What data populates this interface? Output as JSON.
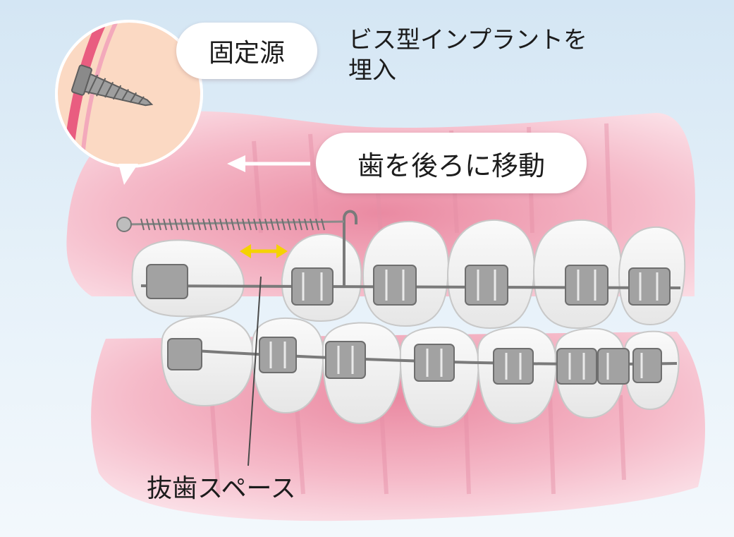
{
  "labels": {
    "anchor_source": "固定源",
    "screw_implant_line1": "ビス型インプラントを",
    "screw_implant_line2": "埋入",
    "move_teeth_back": "歯を後ろに移動",
    "extraction_space": "抜歯スペース"
  },
  "colors": {
    "background_blue": "#cfe3f1",
    "gum_pink": "#f4b8c8",
    "gum_dark": "#e07f98",
    "bone_peach": "#fbd9c3",
    "tooth": "#f1f1f1",
    "bracket": "#8f8f8f",
    "arrow_yellow": "#f5d200"
  },
  "icons": {
    "screw": "screw-icon",
    "move_arrow": "left-arrow-icon",
    "space_arrow": "double-arrow-icon"
  }
}
